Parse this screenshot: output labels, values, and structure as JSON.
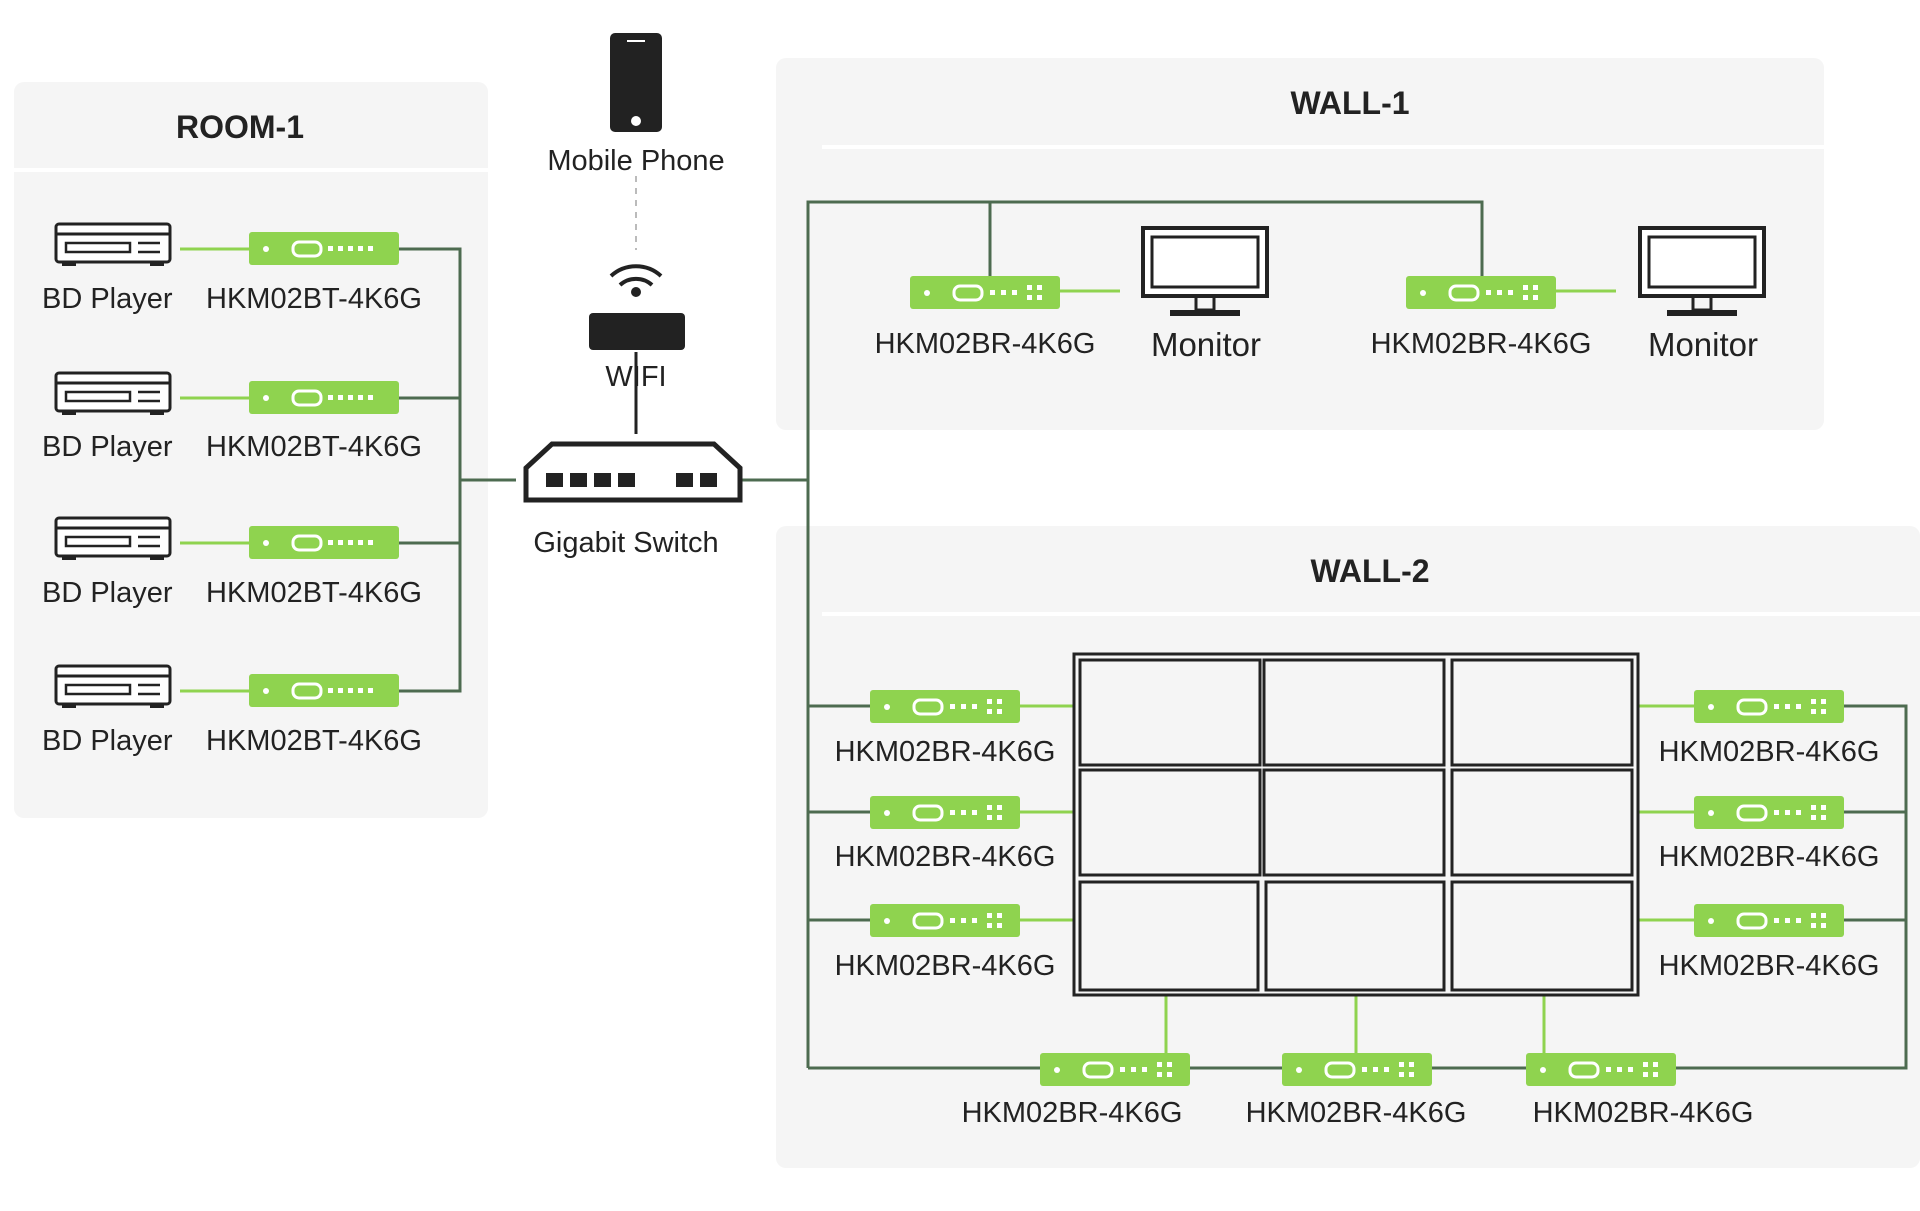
{
  "room1": {
    "title": "ROOM-1",
    "rows": [
      {
        "source": "BD Player",
        "device": "HKM02BT-4K6G"
      },
      {
        "source": "BD Player",
        "device": "HKM02BT-4K6G"
      },
      {
        "source": "BD Player",
        "device": "HKM02BT-4K6G"
      },
      {
        "source": "BD Player",
        "device": "HKM02BT-4K6G"
      }
    ]
  },
  "center": {
    "phone": "Mobile Phone",
    "wifi": "WIFI",
    "switch": "Gigabit Switch"
  },
  "wall1": {
    "title": "WALL-1",
    "units": [
      {
        "device": "HKM02BR-4K6G",
        "display": "Monitor"
      },
      {
        "device": "HKM02BR-4K6G",
        "display": "Monitor"
      }
    ]
  },
  "wall2": {
    "title": "WALL-2",
    "left": [
      "HKM02BR-4K6G",
      "HKM02BR-4K6G",
      "HKM02BR-4K6G"
    ],
    "right": [
      "HKM02BR-4K6G",
      "HKM02BR-4K6G",
      "HKM02BR-4K6G"
    ],
    "bottom": [
      "HKM02BR-4K6G",
      "HKM02BR-4K6G",
      "HKM02BR-4K6G"
    ]
  },
  "colors": {
    "device": "#8fd34f",
    "wire": "#4d6b50",
    "panel": "#f5f5f5",
    "ink": "#222222"
  }
}
